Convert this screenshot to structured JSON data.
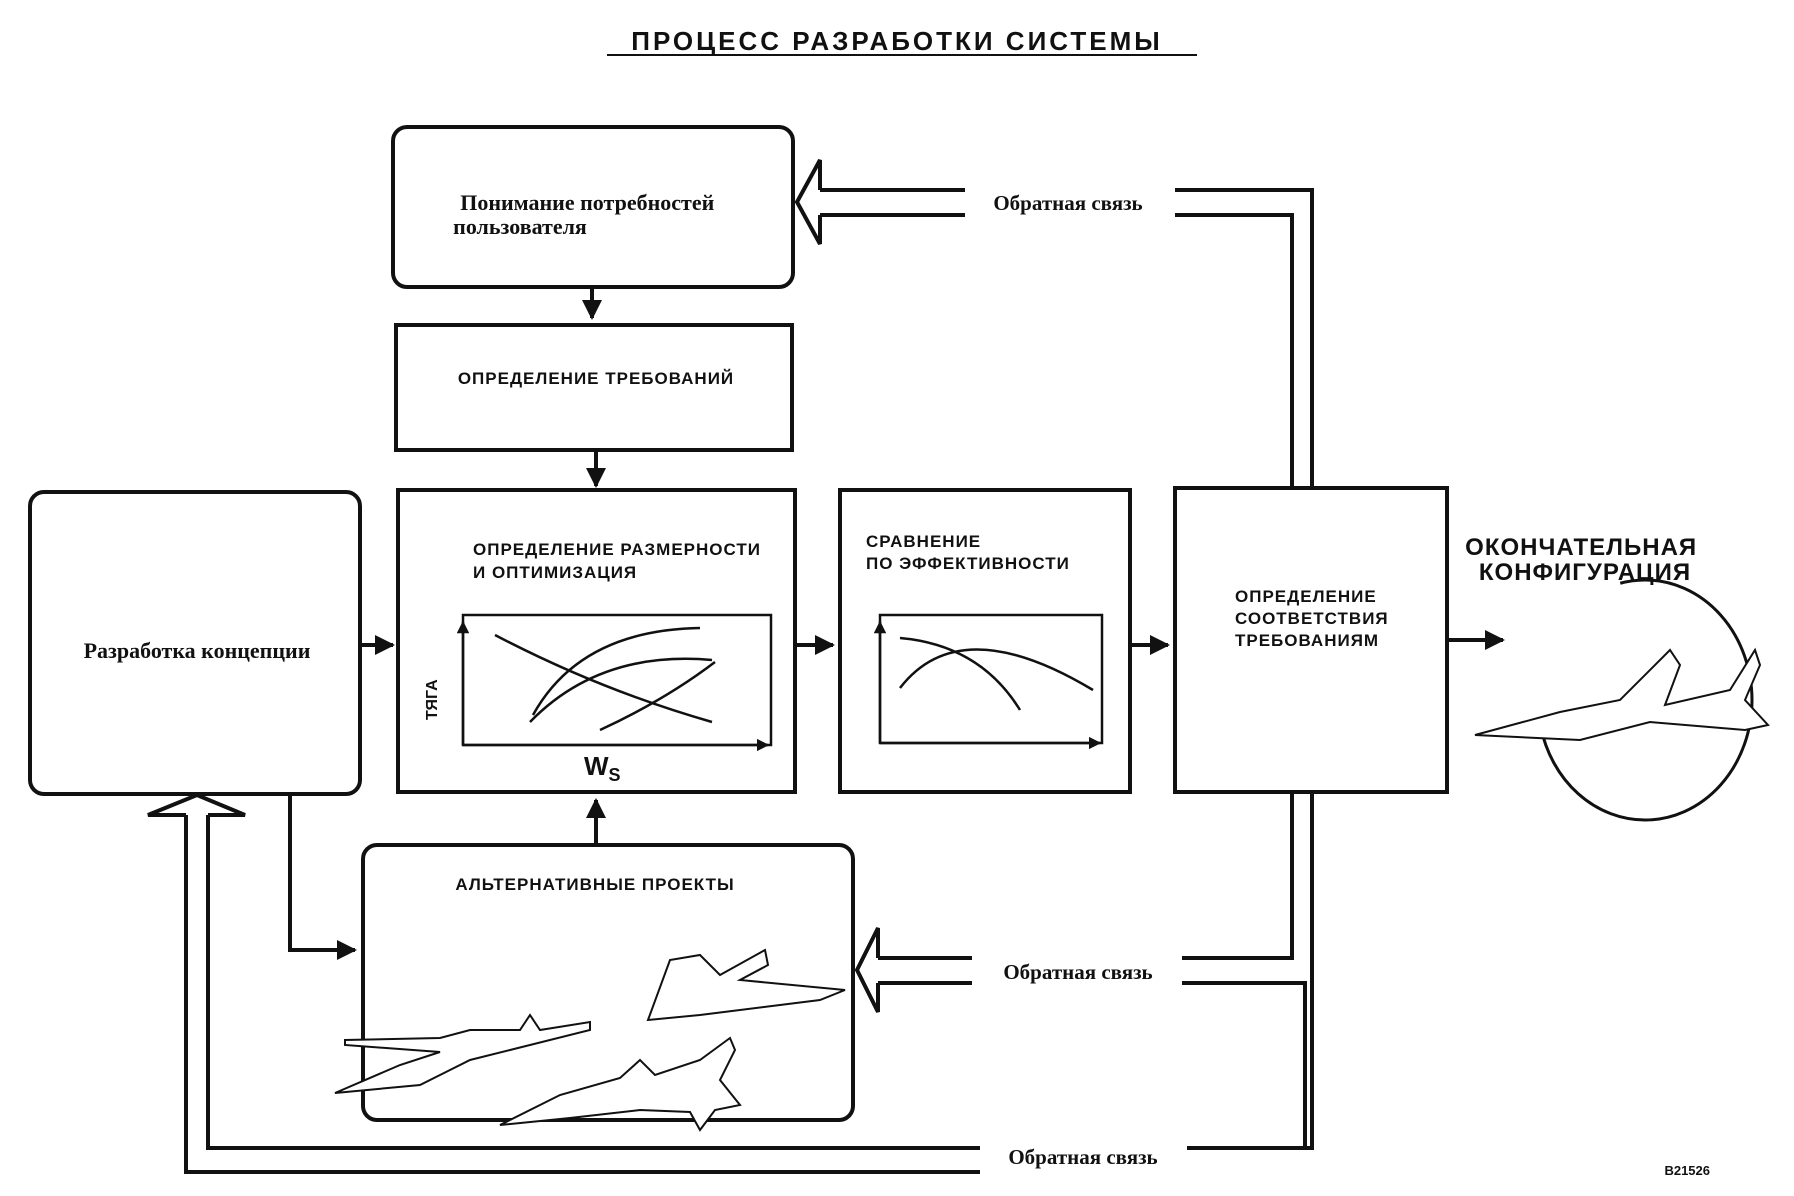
{
  "title": "ПРОЦЕСС РАЗРАБОТКИ СИСТЕМЫ",
  "boxes": {
    "user_needs": [
      "Понимание потребностей",
      "пользователя"
    ],
    "requirements": "ОПРЕДЕЛЕНИЕ ТРЕБОВАНИЙ",
    "concept": "Разработка концепции",
    "sizing": [
      "ОПРЕДЕЛЕНИЕ РАЗМЕРНОСТИ",
      "И ОПТИМИЗАЦИЯ"
    ],
    "effectiveness": [
      "СРАВНЕНИЕ",
      "ПО ЭФФЕКТИВНОСТИ"
    ],
    "compliance": [
      "ОПРЕДЕЛЕНИЕ",
      "СООТВЕТСТВИЯ",
      "ТРЕБОВАНИЯМ"
    ],
    "alternatives": "АЛЬТЕРНАТИВНЫЕ ПРОЕКТЫ"
  },
  "sizing_chart": {
    "y_label": "ТЯГА",
    "x_label": "W",
    "x_label_sub": "S"
  },
  "final_config": [
    "ОКОНЧАТЕЛЬНАЯ",
    "КОНФИГУРАЦИЯ"
  ],
  "feedback": [
    "Обратная связь",
    "Обратная связь",
    "Обратная связь"
  ],
  "figure_code": "B21526",
  "icons": [
    "arrow-icon",
    "hollow-arrow-icon",
    "aircraft-icon"
  ]
}
